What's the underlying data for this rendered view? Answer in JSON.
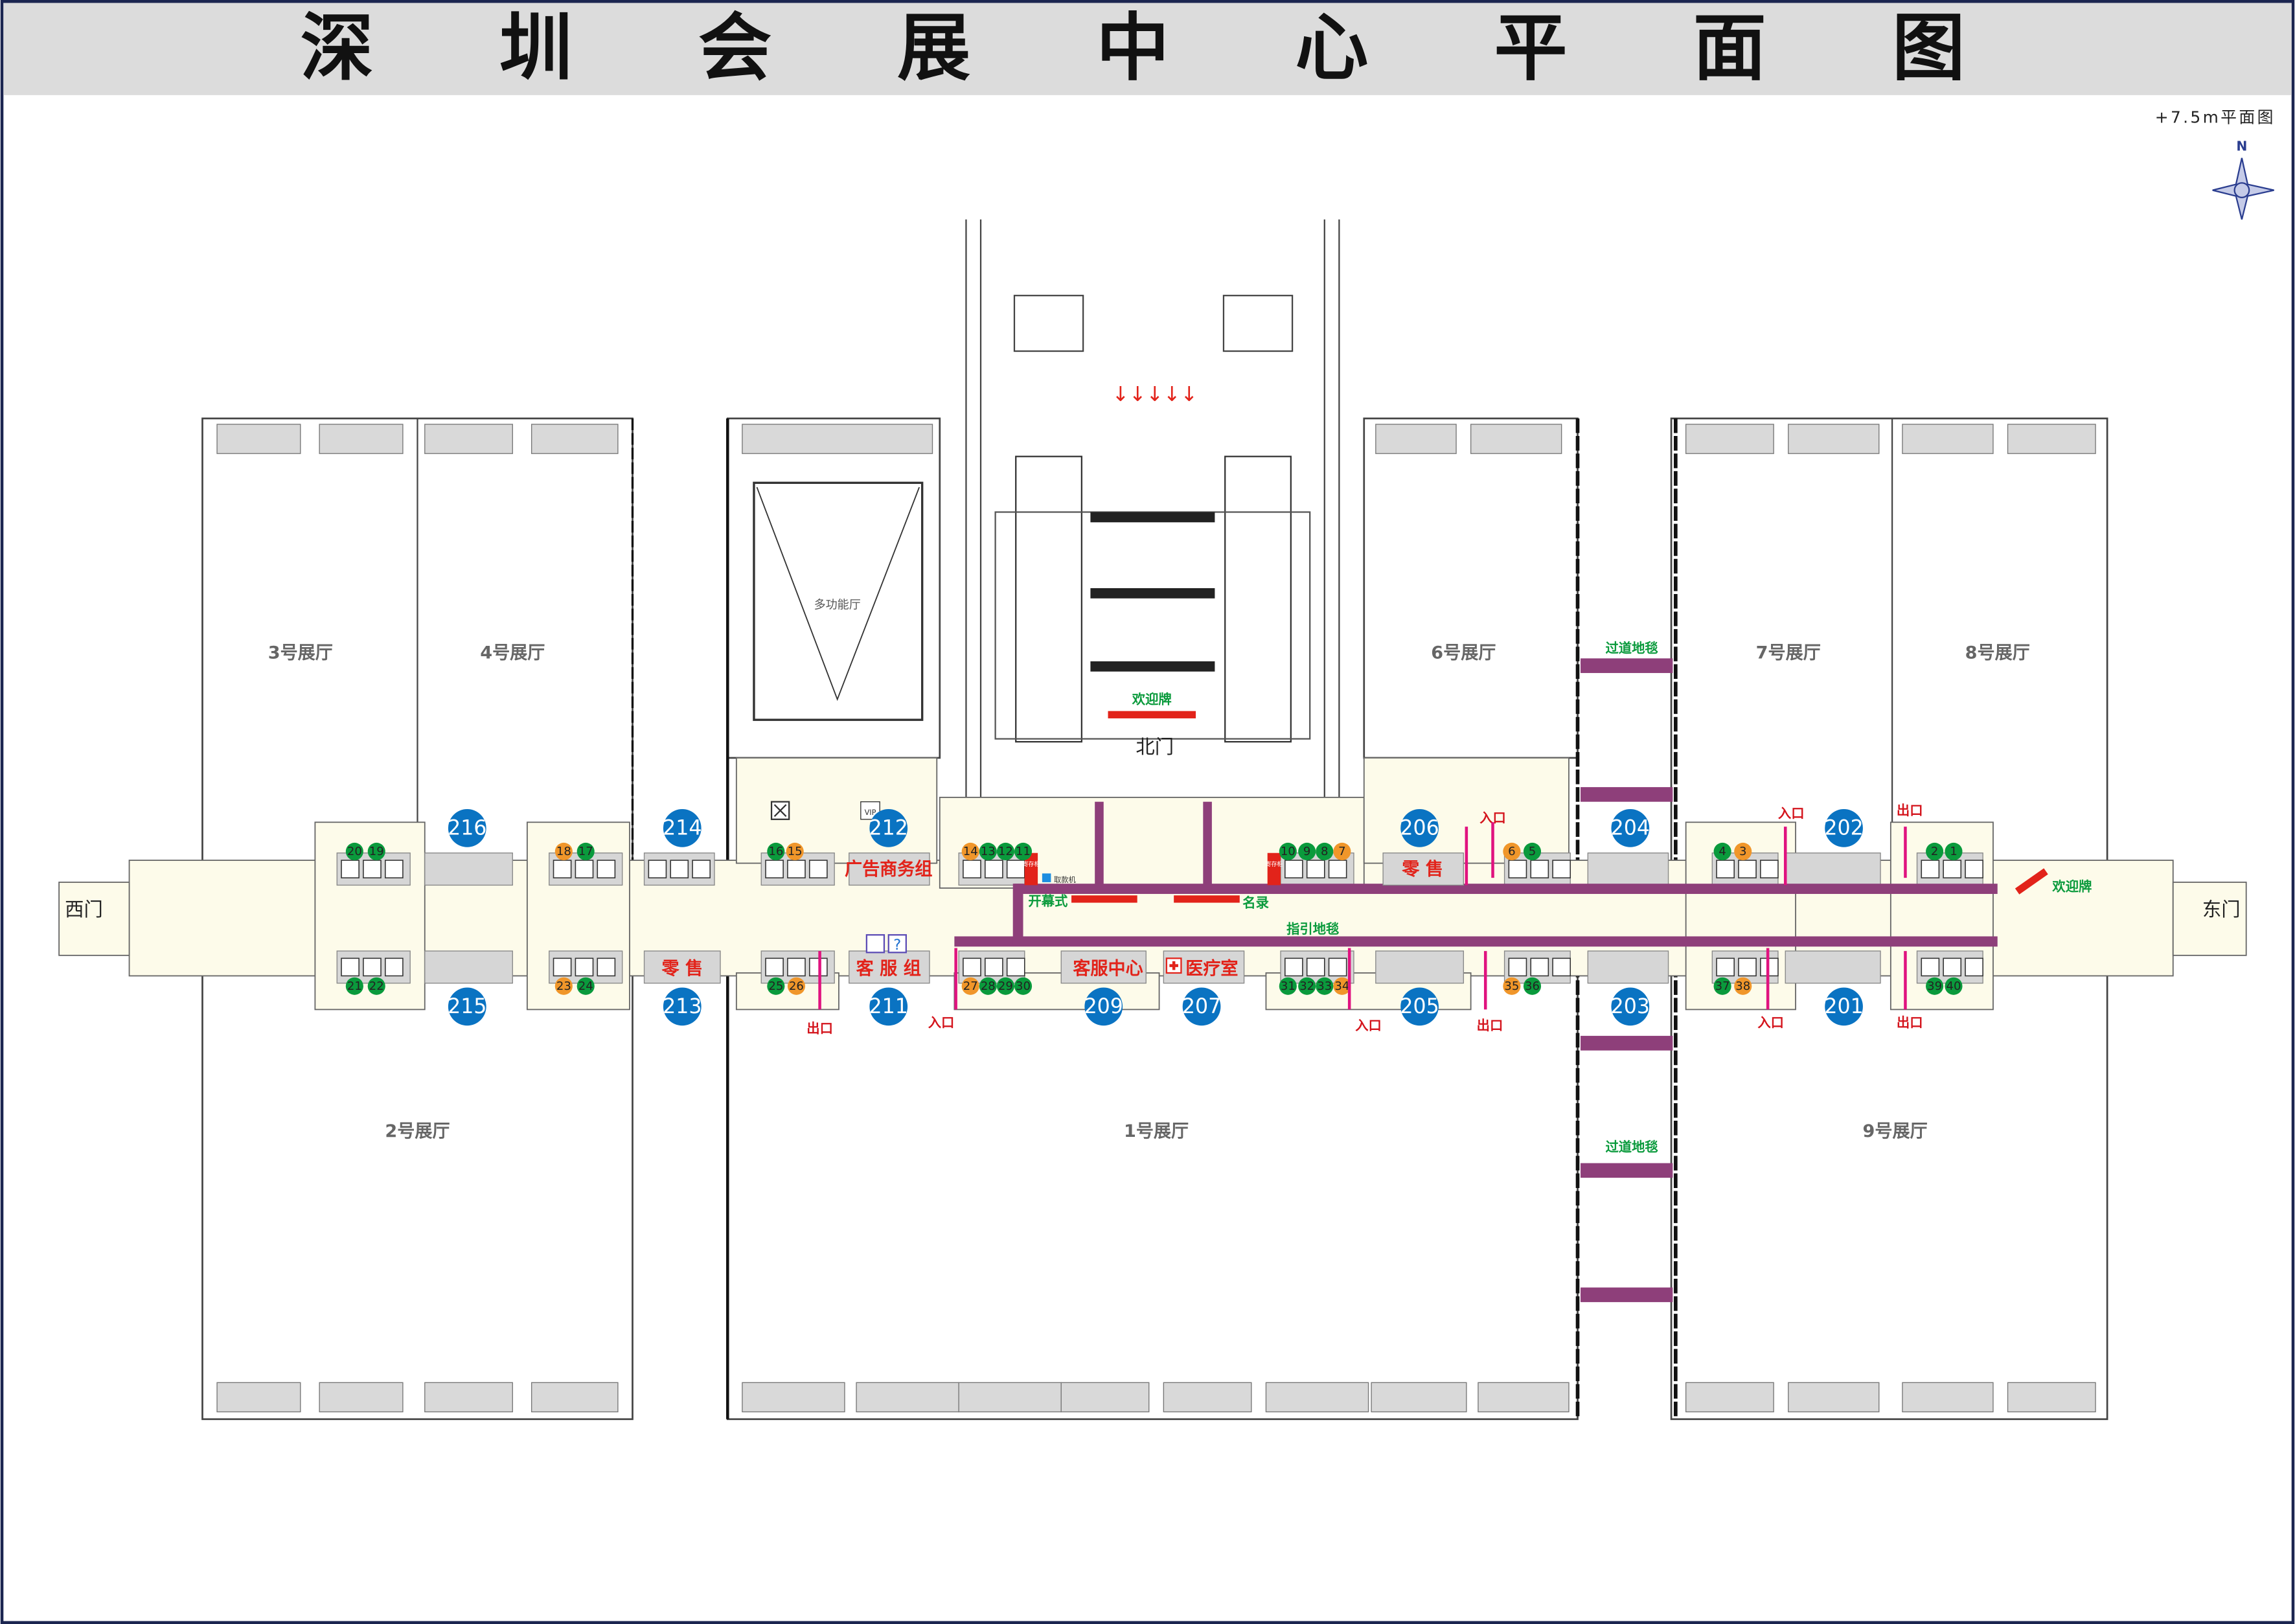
{
  "title": "深圳会展中心平面图",
  "level": "+7.5m平面图",
  "compass": "N",
  "halls": {
    "h1": "1号展厅",
    "h2": "2号展厅",
    "h3": "3号展厅",
    "h4": "4号展厅",
    "h6": "6号展厅",
    "h7": "7号展厅",
    "h8": "8号展厅",
    "h9": "9号展厅",
    "multi": "多功能厅"
  },
  "gates": {
    "north": "北门",
    "west": "西门",
    "east": "东门"
  },
  "rooms": [
    "201",
    "202",
    "203",
    "204",
    "205",
    "206",
    "207",
    "209",
    "211",
    "212",
    "213",
    "214",
    "215",
    "216"
  ],
  "facilities": {
    "ad": "广告商务组",
    "retail_top": "零 售",
    "retail_bottom": "零 售",
    "service_group": "客 服 组",
    "service_center": "客服中心",
    "medical": "医疗室",
    "locker": "寄存柜",
    "atm": "取款机",
    "vip": "VIP"
  },
  "signs": {
    "welcome_north": "欢迎牌",
    "welcome_east": "欢迎牌",
    "opening": "开幕式",
    "directory": "名录",
    "guide_carpet": "指引地毯",
    "aisle_carpet_top": "过道地毯",
    "aisle_carpet_bottom": "过道地毯"
  },
  "entrances": [
    "入口",
    "入口",
    "出口",
    "出口",
    "入口",
    "入口",
    "出口",
    "入口",
    "出口"
  ],
  "service_points": [
    {
      "n": "20",
      "c": "green"
    },
    {
      "n": "19",
      "c": "green"
    },
    {
      "n": "18",
      "c": "orange"
    },
    {
      "n": "17",
      "c": "green"
    },
    {
      "n": "16",
      "c": "green"
    },
    {
      "n": "15",
      "c": "orange"
    },
    {
      "n": "14",
      "c": "orange"
    },
    {
      "n": "13",
      "c": "green"
    },
    {
      "n": "12",
      "c": "green"
    },
    {
      "n": "11",
      "c": "green"
    },
    {
      "n": "10",
      "c": "green"
    },
    {
      "n": "9",
      "c": "green"
    },
    {
      "n": "8",
      "c": "green"
    },
    {
      "n": "7",
      "c": "orange"
    },
    {
      "n": "6",
      "c": "orange"
    },
    {
      "n": "5",
      "c": "green"
    },
    {
      "n": "4",
      "c": "green"
    },
    {
      "n": "3",
      "c": "orange"
    },
    {
      "n": "2",
      "c": "green"
    },
    {
      "n": "1",
      "c": "green"
    },
    {
      "n": "21",
      "c": "green"
    },
    {
      "n": "22",
      "c": "green"
    },
    {
      "n": "23",
      "c": "orange"
    },
    {
      "n": "24",
      "c": "green"
    },
    {
      "n": "25",
      "c": "green"
    },
    {
      "n": "26",
      "c": "orange"
    },
    {
      "n": "27",
      "c": "orange"
    },
    {
      "n": "28",
      "c": "green"
    },
    {
      "n": "29",
      "c": "green"
    },
    {
      "n": "30",
      "c": "green"
    },
    {
      "n": "31",
      "c": "green"
    },
    {
      "n": "32",
      "c": "green"
    },
    {
      "n": "33",
      "c": "green"
    },
    {
      "n": "34",
      "c": "orange"
    },
    {
      "n": "35",
      "c": "orange"
    },
    {
      "n": "36",
      "c": "green"
    },
    {
      "n": "37",
      "c": "green"
    },
    {
      "n": "38",
      "c": "orange"
    },
    {
      "n": "39",
      "c": "green"
    },
    {
      "n": "40",
      "c": "green"
    }
  ],
  "colors": {
    "room_blue": "#0a73c2",
    "carpet_purple": "#8e3f7a",
    "red": "#e2231a",
    "green": "#0a9a3c",
    "orange": "#f0962a",
    "cream": "#fdfbea",
    "title_band": "#dcdcdc"
  }
}
